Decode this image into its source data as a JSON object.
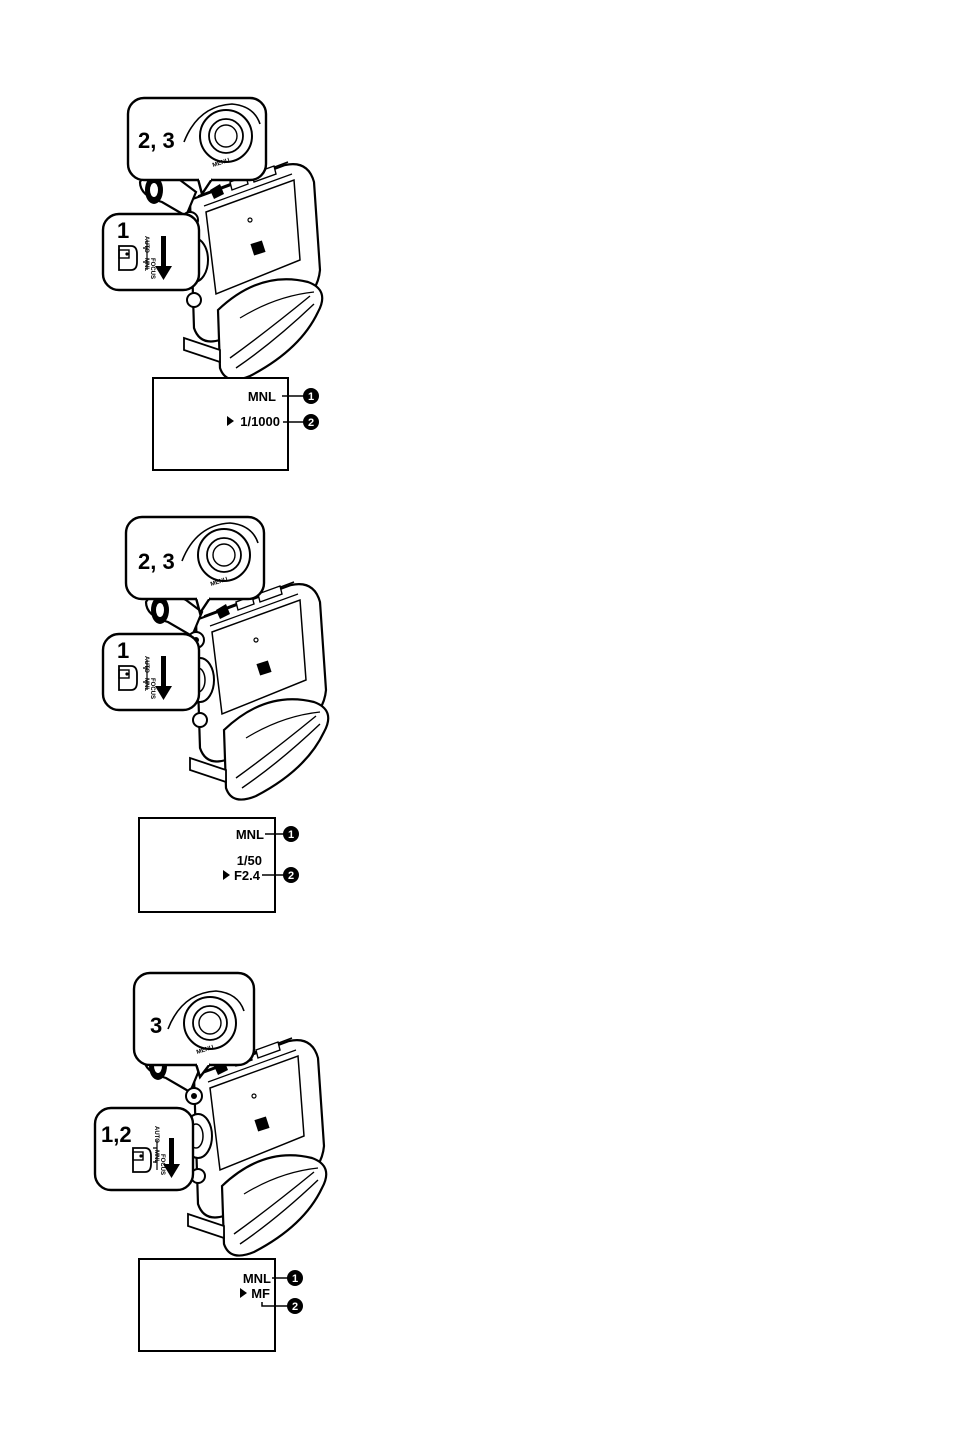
{
  "figures": [
    {
      "step_top": "2, 3",
      "step_bottom": "1",
      "dial_label": "MENU",
      "switch_labels": [
        "AUTO",
        "MNL",
        "FOCUS"
      ]
    },
    {
      "step_top": "2, 3",
      "step_bottom": "1",
      "dial_label": "MENU",
      "switch_labels": [
        "AUTO",
        "MNL",
        "FOCUS"
      ]
    },
    {
      "step_top": "3",
      "step_bottom": "1,2",
      "dial_label": "MENU",
      "switch_labels": [
        "AUTO",
        "MNL",
        "FOCUS"
      ]
    }
  ],
  "screens": [
    {
      "line1": "MNL",
      "line2": "1/1000",
      "callouts": [
        "1",
        "2"
      ]
    },
    {
      "line1": "MNL",
      "line2a": "1/50",
      "line2b": "F2.4",
      "callouts": [
        "1",
        "2"
      ]
    },
    {
      "line1": "MNL",
      "line2": "MF",
      "callouts": [
        "1",
        "2"
      ]
    }
  ]
}
